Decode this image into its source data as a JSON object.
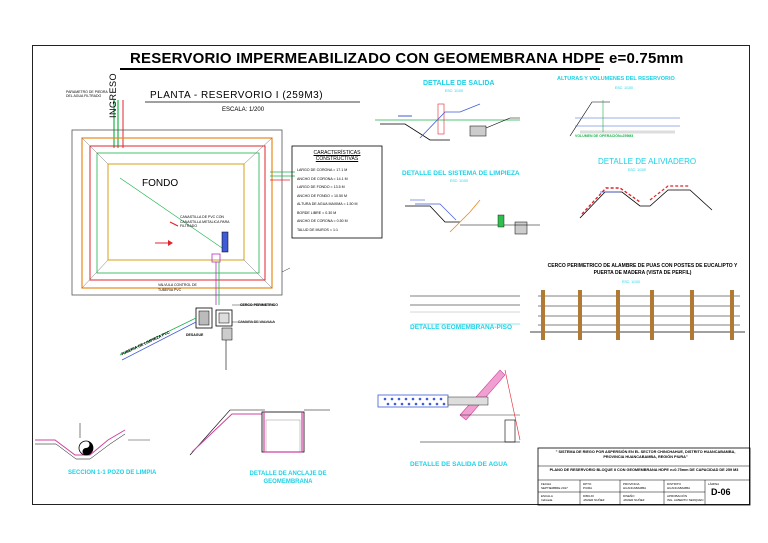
{
  "sheet": {
    "title": "RESERVORIO IMPERMEABILIZADO CON GEOMEMBRANA HDPE e=0.75mm",
    "plan_title": "PLANTA - RESERVORIO I (259M3)",
    "scale": "ESCALA: 1/200",
    "ingreso": "INGRESO",
    "fondo": "FONDO",
    "left_note": "PARAMETRO DE PIEDRA DEL AGUA FILTRADO",
    "canastilla_note": "CANASTILLA DE PVC CON CANASTILLA METALICA PARA FILTRADO",
    "valvula_note": "VALVULA CONTROL DE TUBERIA PVC",
    "camara_label": "CAMARA DE VALVULA",
    "cerco_small": "CERCO PERIMETRICO",
    "desague_label": "DESAGUE",
    "tuberia_label": "TUBERIA DE LIMPIEZA PVC"
  },
  "characteristics": {
    "heading": "CARACTERÍSTICAS CONSTRUCTIVAS",
    "rows": [
      "LARGO DE CORONA = 17.1 M",
      "ANCHO DE CORONA = 14.1 M",
      "LARGO DE FONDO = 13.5 M",
      "ANCHO DE FONDO = 10.50 M",
      "ALTURA DE AGUA MAXIMA = 1.50 M",
      "BORDE LIBRE = 0.30 M",
      "ANCHO DE CORONA = 0.50 M",
      "TALUD DE MUROS = 1:1"
    ]
  },
  "details": {
    "salida": "DETALLE DE SALIDA",
    "alturas": "ALTURAS Y VOLUMENES DEL RESERVORIO",
    "limpieza": "DETALLE DEL SISTEMA DE LIMPIEZA",
    "aliviadero": "DETALLE DE ALIVIADERO",
    "cerco": "CERCO PERIMETRICO DE ALAMBRE DE PUAS CON POSTES DE EUCALIPTO Y PUERTA DE MADERA (VISTA DE PERFIL)",
    "geomembrana_piso": "DETALLE GEOMEMBRANA-PISO",
    "salida_agua": "DETALLE DE SALIDA DE AGUA",
    "seccion_pozo": "SECCION 1-1 POZO DE LIMPIA",
    "anclaje": "DETALLE DE ANCLAJE DE GEOMEMBRANA",
    "volumen": "VOLUMEN DE OPERACIÓN=259M3",
    "esc": "ESC: 1/100"
  },
  "title_block": {
    "project": "\" SISTEMA DE RIEGO POR ASPERSIÓN EN EL SECTOR CHINCHAHUE, DISTRITO HUANCABAMBA, PROVINCIA HUANCABAMBA, REGIÓN PIURA\"",
    "plan": "PLANO DE RESERVORIO BLOQUE II CON GEOMEMBRANA HDPE e=0.75mm DE CAPACIDAD DE 259 M3",
    "fecha_label": "FECHA",
    "fecha": "SEPTIEMBRE 2017",
    "depto_label": "DPTO",
    "depto": "PIURA",
    "provincia_label": "PROVINCIA",
    "provincia": "HUANCABAMBA",
    "distrito_label": "DISTRITO",
    "distrito": "HUANCABAMBA",
    "lamina_label": "LÁMINA",
    "lamina": "D-06",
    "escala_label": "ESCALA",
    "escala": "Indicada",
    "dibujo_label": "DIBUJO",
    "dibujo": "JAVIER NUÑEZ",
    "diseno_label": "DISEÑO",
    "diseno": "JAVIER NUÑEZ",
    "aprob_label": "APROBACIÓN",
    "aprob": "ING. ALBERTO SERQUEN"
  }
}
